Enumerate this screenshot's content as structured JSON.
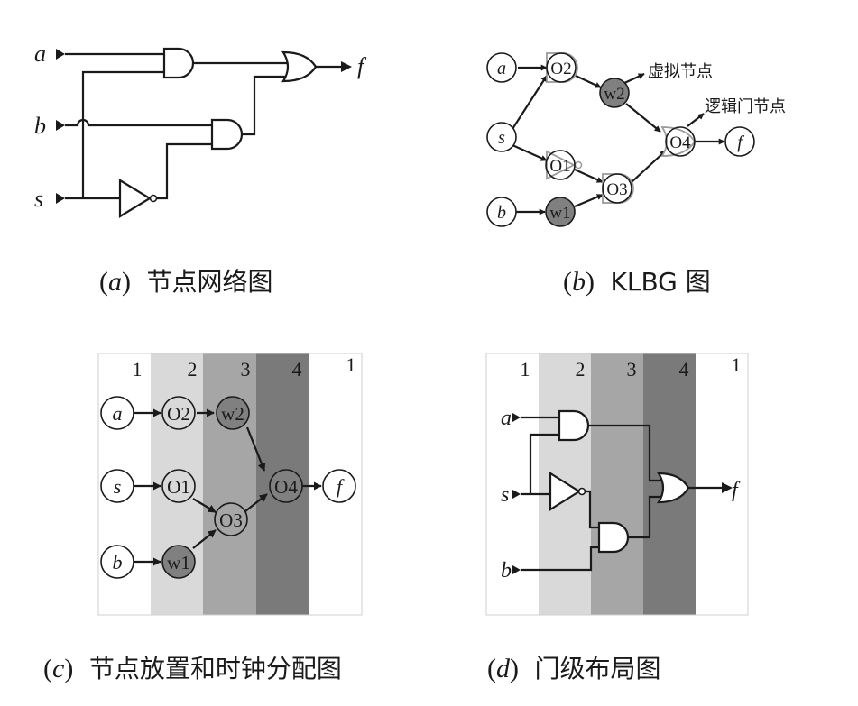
{
  "panel_a": {
    "inputs": {
      "a": "a",
      "b": "b",
      "s": "s"
    },
    "output": "f",
    "caption_letter": "a",
    "caption_text": "节点网络图"
  },
  "panel_b": {
    "inputs": {
      "a": "a",
      "s": "s",
      "b": "b"
    },
    "nodes": {
      "o1": "O1",
      "o2": "O2",
      "o3": "O3",
      "o4": "O4",
      "w1": "w1",
      "w2": "w2"
    },
    "output": "f",
    "virtual_label": "虚拟节点",
    "logic_label": "逻辑门节点",
    "caption_letter": "b",
    "caption_text": "KLBG 图"
  },
  "panel_c": {
    "columns": [
      "1",
      "2",
      "3",
      "4",
      "1"
    ],
    "column_colors": [
      "#ffffff",
      "#d9d9d9",
      "#a6a6a6",
      "#7a7a7a",
      "#ffffff"
    ],
    "inputs": {
      "a": "a",
      "s": "s",
      "b": "b"
    },
    "nodes": {
      "o2": "O2",
      "w2": "w2",
      "o1": "O1",
      "o3": "O3",
      "o4": "O4",
      "w1": "w1"
    },
    "output": "f",
    "caption_letter": "c",
    "caption_text": "节点放置和时钟分配图"
  },
  "panel_d": {
    "columns": [
      "1",
      "2",
      "3",
      "4",
      "1"
    ],
    "inputs": {
      "a": "a",
      "s": "s",
      "b": "b"
    },
    "output": "f",
    "caption_letter": "d",
    "caption_text": "门级布局图"
  },
  "colors": {
    "virtual_node_fill": "#808080",
    "light_node_fill": "#d9d9d9",
    "gate_outline_light": "#9a9a9a"
  }
}
